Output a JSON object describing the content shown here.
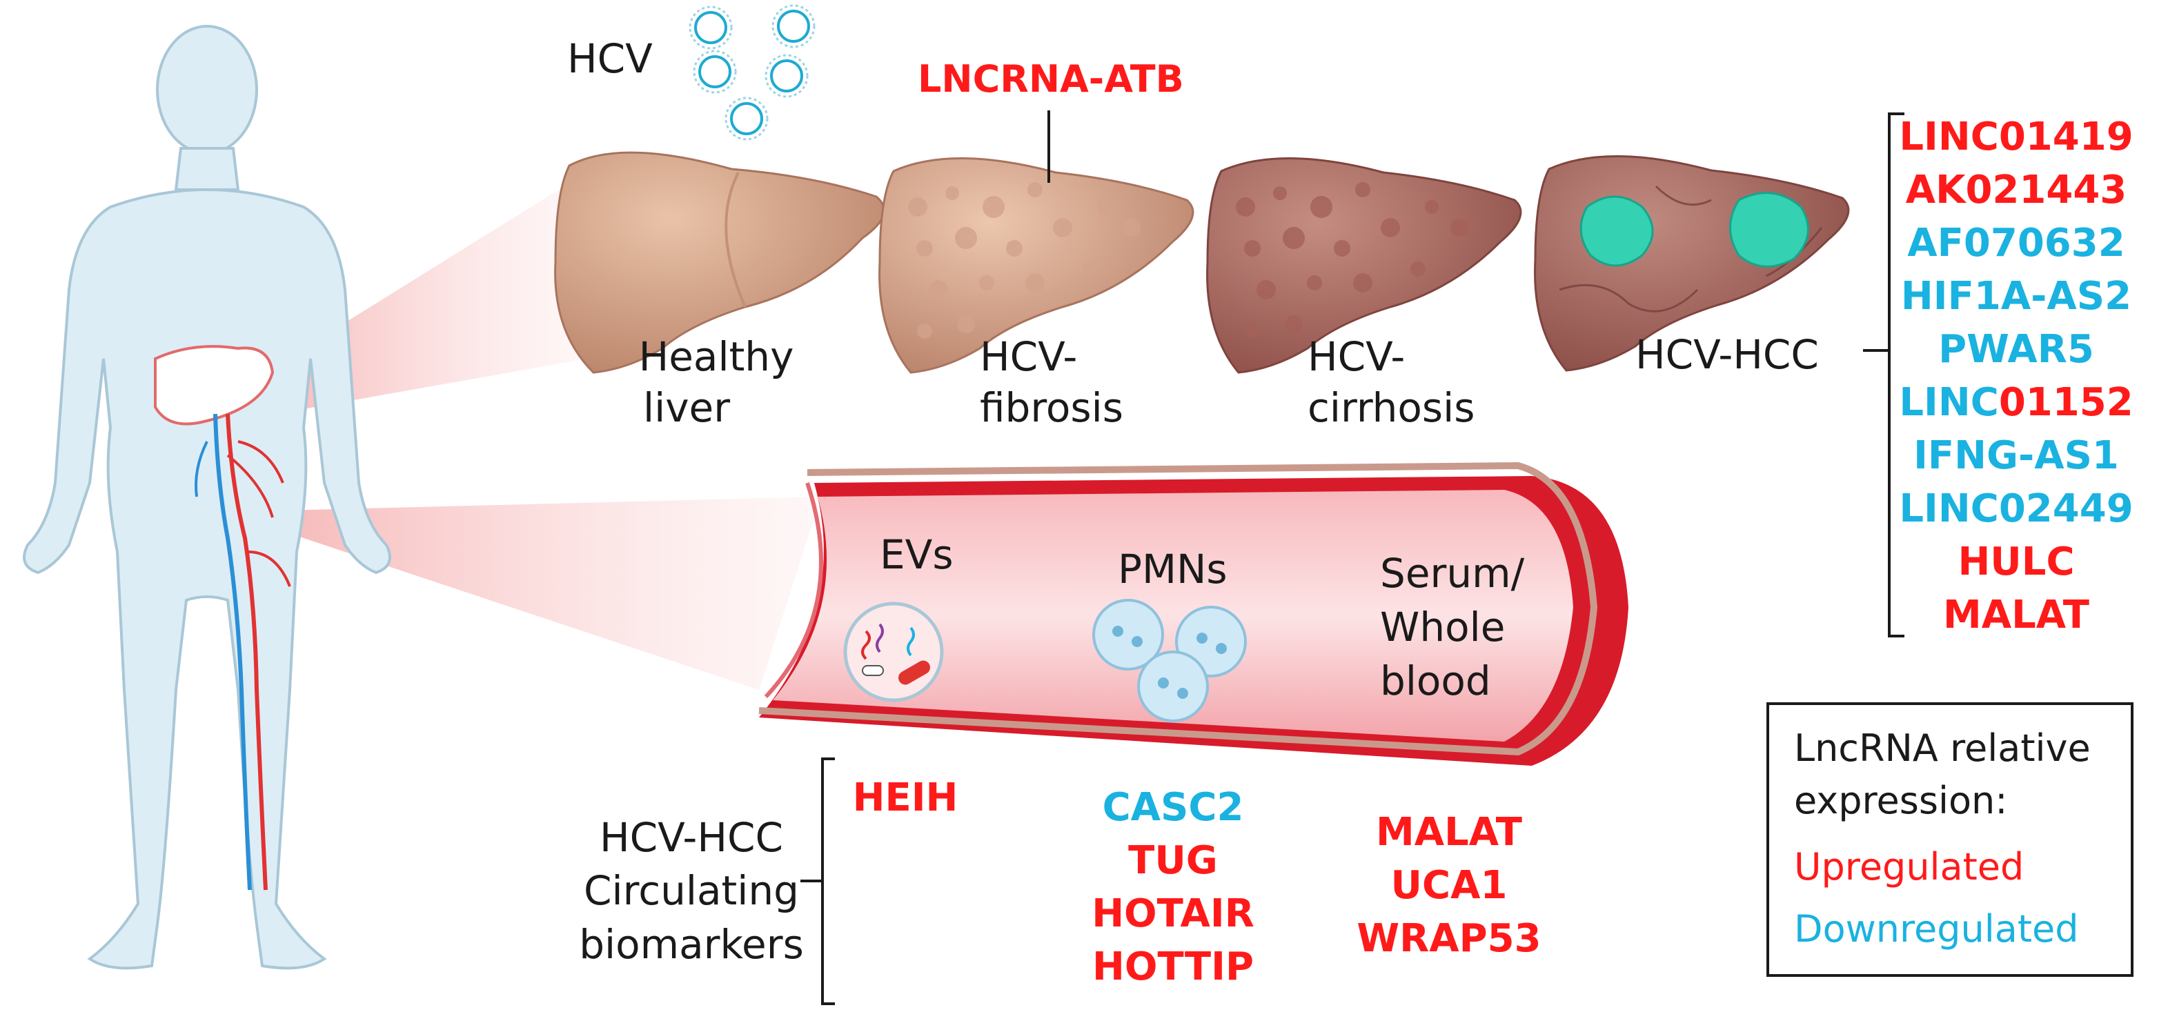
{
  "colors": {
    "upregulated": "#ff1a1a",
    "downregulated": "#1ab2e0",
    "text": "#1a1a1a",
    "body": "#dff0f8",
    "vessel": "#d81b2a"
  },
  "labels": {
    "hcv": "HCV",
    "lncrna_atb": "LNCRNA-ATB",
    "stages": [
      {
        "line1": "Healthy",
        "line2": "liver"
      },
      {
        "line1": "HCV-",
        "line2": "fibrosis"
      },
      {
        "line1": "HCV-",
        "line2": "cirrhosis"
      },
      {
        "line1": "HCV-HCC",
        "line2": ""
      }
    ],
    "vessel": {
      "evs": "EVs",
      "pmns": "PMNs",
      "serum1": "Serum/",
      "serum2": "Whole",
      "serum3": "blood"
    },
    "circulating": {
      "line1": "HCV-HCC",
      "line2": "Circulating",
      "line3": "biomarkers"
    }
  },
  "hcc_tissue_list": [
    {
      "name": "LINC01419",
      "regulation": "up"
    },
    {
      "name": "AK021443",
      "regulation": "up"
    },
    {
      "name": "AF070632",
      "regulation": "down"
    },
    {
      "name": "HIF1A-AS2",
      "regulation": "down"
    },
    {
      "name": "PWAR5",
      "regulation": "down"
    },
    {
      "name_part1": "LINC",
      "name_part2": "01152",
      "regulation": "mixed"
    },
    {
      "name": "IFNG-AS1",
      "regulation": "down"
    },
    {
      "name": "LINC02449",
      "regulation": "down"
    },
    {
      "name": "HULC",
      "regulation": "up"
    },
    {
      "name": "MALAT",
      "regulation": "up"
    }
  ],
  "ev_markers": [
    {
      "name": "HEIH",
      "regulation": "up"
    }
  ],
  "pmn_markers": [
    {
      "name": "CASC2",
      "regulation": "down"
    },
    {
      "name": "TUG",
      "regulation": "up"
    },
    {
      "name": "HOTAIR",
      "regulation": "up"
    },
    {
      "name": "HOTTIP",
      "regulation": "up"
    }
  ],
  "serum_markers": [
    {
      "name": "MALAT",
      "regulation": "up"
    },
    {
      "name": "UCA1",
      "regulation": "up"
    },
    {
      "name": "WRAP53",
      "regulation": "up"
    }
  ],
  "legend": {
    "title1": "LncRNA relative",
    "title2": "expression:",
    "up": "Upregulated",
    "down": "Downregulated"
  }
}
